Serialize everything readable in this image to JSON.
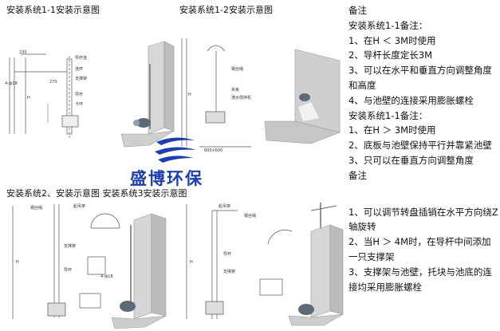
{
  "captions": {
    "sys11": "安装系统1-1安装示意图",
    "sys12": "安装系统1-2安装示意图",
    "sys23": "安装系统2、安装示意图 安装系统3安装示意图"
  },
  "logo": {
    "text": "盛博环保",
    "color": "#1d3fae",
    "icon": "sb-swoosh-logo"
  },
  "notes": {
    "block1": [
      "备注",
      "安装系统1-1备注：",
      "1、在H ＜ 3M时使用",
      "2、导杆长度定长3M",
      "3、可以在水平和垂直方向调整角度和高度",
      "4、与池壁的连接采用膨胀螺栓",
      "安装系统1-1备注：",
      "1、在H ＞ 3M时使用",
      "2、底板与池壁保持平行并靠紧池壁",
      "3、只可以在垂直方向调整角度",
      "备注"
    ],
    "block2": [
      "1、可以调节转盘插销在水平方向绕Z轴旋转",
      "2、当H ＞ 4M时，在导杆中间添加一只支撑架",
      "3、支撑架与池壁，托块与池底的连接均采用膨胀螺栓"
    ]
  },
  "diagram_labels": {
    "d1": [
      "230",
      "导杆连",
      "H",
      "连杆",
      "支撑架",
      "导杆",
      "卡环",
      "270",
      "4-ф18"
    ],
    "d2": [
      "钢丝绳",
      "夹板",
      "潜水搅拌机",
      "H",
      "800×600"
    ],
    "d3": [
      "钢丝绳",
      "起吊架",
      "支撑架",
      "导杆",
      "H",
      "4-ф18"
    ],
    "d4": [
      "起吊架",
      "钢丝绳",
      "导杆",
      "支撑架",
      "H"
    ]
  }
}
